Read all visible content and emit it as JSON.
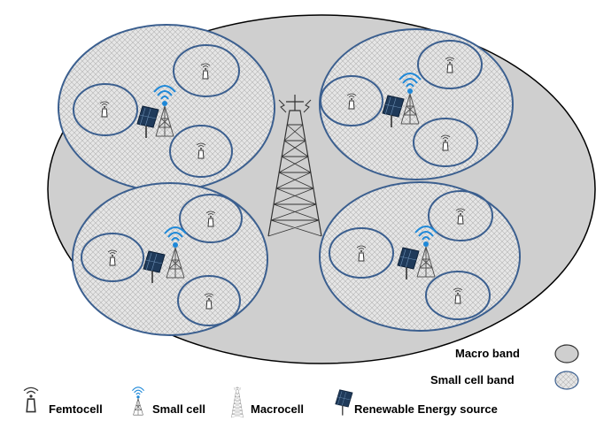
{
  "legend": {
    "macro_band": "Macro band",
    "small_cell_band": "Small cell band",
    "femtocell": "Femtocell",
    "small_cell": "Small cell",
    "macrocell": "Macrocell",
    "renewable": "Renewable Energy source"
  },
  "colors": {
    "macro_fill": "#cfcfcf",
    "cell_stroke": "#3b5f8f",
    "hatch_bg": "#e6e6e6",
    "hatch_line": "#b4b4b4",
    "antenna": "#1e88d8",
    "solar": "#1f3a5a"
  },
  "icons": [
    "femtocell-icon",
    "small-cell-tower-icon",
    "macrocell-tower-icon",
    "solar-panel-icon"
  ]
}
